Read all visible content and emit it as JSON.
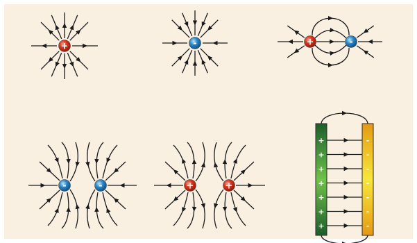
{
  "colors": {
    "background": "#faf0e2",
    "positive_charge": "#d8321c",
    "negative_charge": "#2a86c6",
    "field_line": "#1a1a1a",
    "plate_positive": "#2e8a3c",
    "plate_negative": "#f2b21c"
  },
  "diagrams": [
    {
      "id": "single-positive",
      "charges": [
        {
          "sign": "positive",
          "symbol": "+"
        }
      ],
      "field_direction": "outward"
    },
    {
      "id": "single-negative",
      "charges": [
        {
          "sign": "negative",
          "symbol": "-"
        }
      ],
      "field_direction": "inward"
    },
    {
      "id": "dipole",
      "charges": [
        {
          "sign": "positive",
          "symbol": "+"
        },
        {
          "sign": "negative",
          "symbol": "-"
        }
      ],
      "field_direction": "positive-to-negative"
    },
    {
      "id": "two-negative",
      "charges": [
        {
          "sign": "negative",
          "symbol": "-"
        },
        {
          "sign": "negative",
          "symbol": "-"
        }
      ],
      "field_direction": "inward"
    },
    {
      "id": "two-positive",
      "charges": [
        {
          "sign": "positive",
          "symbol": "+"
        },
        {
          "sign": "positive",
          "symbol": "+"
        }
      ],
      "field_direction": "outward"
    },
    {
      "id": "parallel-plates",
      "field_direction": "positive-plate-to-negative-plate",
      "plates": [
        {
          "sign": "positive",
          "symbols": [
            "+",
            "+",
            "+",
            "+",
            "+",
            "+",
            "+"
          ]
        },
        {
          "sign": "negative",
          "symbols": [
            "-",
            "-",
            "-",
            "-",
            "-",
            "-",
            "-"
          ]
        }
      ]
    }
  ]
}
